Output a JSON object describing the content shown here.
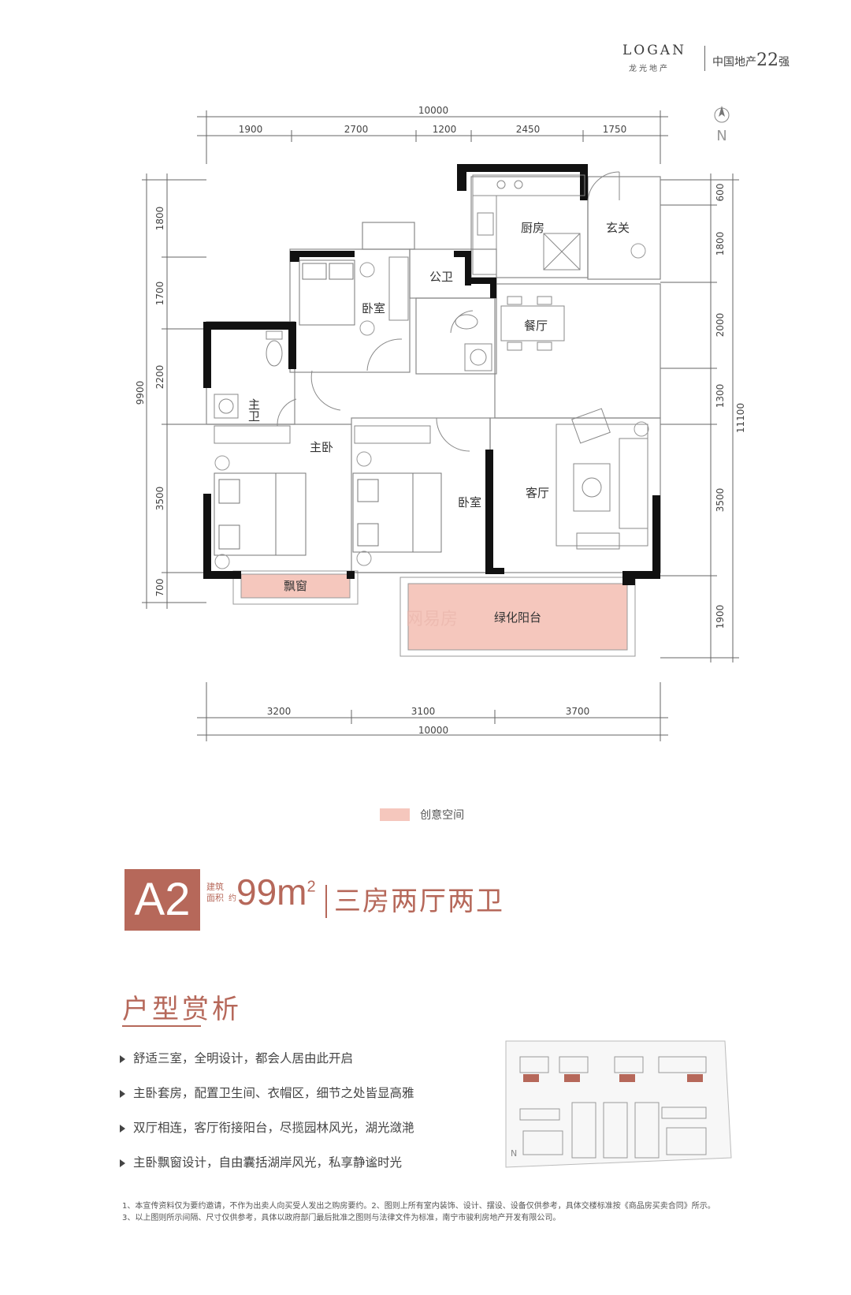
{
  "header": {
    "brand_en": "LOGAN",
    "brand_cn": "龙光地产",
    "rank_prefix": "中国地产",
    "rank_number": "22",
    "rank_suffix": "强"
  },
  "plan": {
    "north": "N",
    "dims_top_total": "10000",
    "dims_top": [
      "1900",
      "2700",
      "1200",
      "2450",
      "1750"
    ],
    "dims_bottom": [
      "3200",
      "3100",
      "3700"
    ],
    "dims_bottom_total": "10000",
    "dims_left_total": "9900",
    "dims_left": [
      "1800",
      "1700",
      "2200",
      "3500",
      "700"
    ],
    "dims_right_total": "11100",
    "dims_right": [
      "600",
      "1800",
      "2000",
      "1300",
      "3500",
      "1900"
    ],
    "rooms": {
      "kitchen": "厨房",
      "foyer": "玄关",
      "public_bath": "公卫",
      "bedroom_top": "卧室",
      "dining": "餐厅",
      "master_bath": "主卫",
      "master_bedroom": "主卧",
      "bedroom_middle": "卧室",
      "living": "客厅",
      "bay_window": "飘窗",
      "balcony": "绿化阳台"
    },
    "watermark": "网易房"
  },
  "legend": {
    "label": "创意空间",
    "color": "#f5c7bd"
  },
  "title": {
    "code": "A2",
    "area_label_1": "建筑",
    "area_label_2": "面积",
    "area_label_3": "约",
    "area_value": "99m",
    "area_sup": "2",
    "layout_type": "三房两厅两卫"
  },
  "analysis": {
    "heading": "户型赏析",
    "items": [
      "舒适三室，全明设计，都会人居由此开启",
      "主卧套房，配置卫生间、衣帽区，细节之处皆显高雅",
      "双厅相连，客厅衔接阳台，尽揽园林风光，湖光潋滟",
      "主卧飘窗设计，自由囊括湖岸风光，私享静谧时光"
    ]
  },
  "siteplan": {
    "north": "N"
  },
  "disclaimer": {
    "line1": "1、本宣传资料仅为要约邀请，不作为出卖人向买受人发出之购房要约。2、图则上所有室内装饰、设计、摆设、设备仅供参考，具体交楼标准按《商品房买卖合同》所示。",
    "line2": "3、以上图则所示间隔、尺寸仅供参考，具体以政府部门最后批准之图则与法律文件为标准，南宁市骏利房地产开发有限公司。"
  },
  "colors": {
    "accent": "#b6685a",
    "creative_space": "#f5c7bd",
    "wall": "#111111"
  }
}
